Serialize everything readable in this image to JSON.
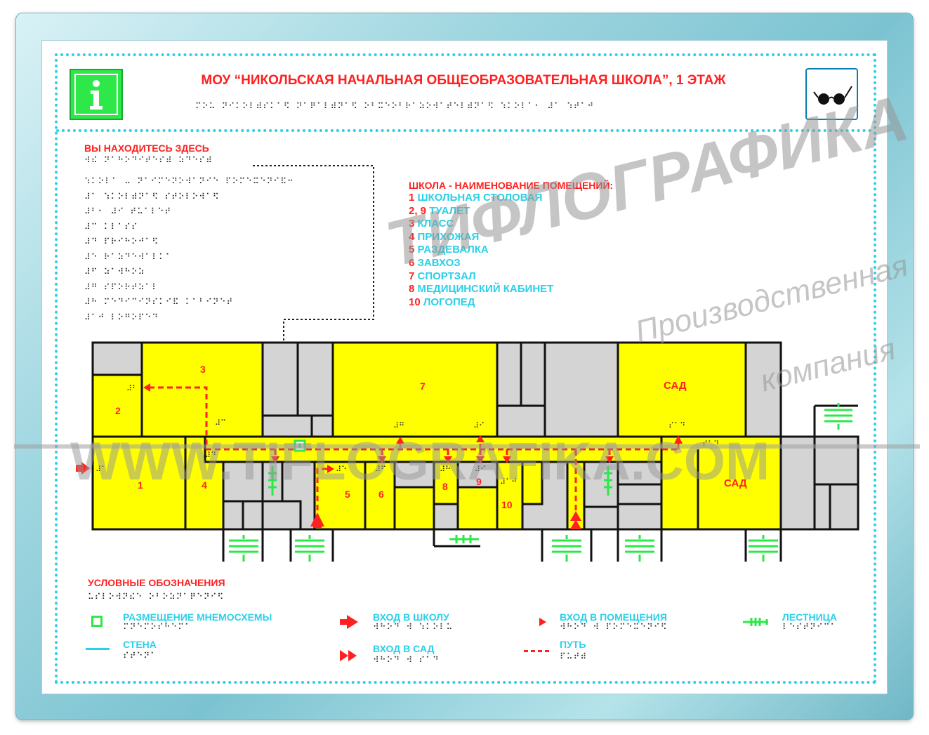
{
  "title": "МОУ “НИКОЛЬСКАЯ НАЧАЛЬНАЯ ОБЩЕОБРАЗОВАТЕЛЬНАЯ ШКОЛА”, 1 ЭТАЖ",
  "title_braille": "⠍⠕⠥ ⠝⠊⠅⠕⠇⠾⠎⠅⠁⠫ ⠝⠁⠟⠁⠇⠾⠝⠁⠫ ⠕⠃⠭⠑⠕⠃⠗⠁⠵⠕⠺⠁⠞⠑⠇⠾⠝⠁⠫ ⠱⠅⠕⠇⠁⠂ ⠼⠁ ⠱⠞⠁⠚",
  "you_are_here": {
    "label": "ВЫ НАХОДИТЕСЬ ЗДЕСЬ",
    "braille": "⠺⠮ ⠝⠁⠓⠕⠙⠊⠞⠑⠎⠾ ⠵⠙⠑⠎⠾",
    "braille_lines": [
      "⠱⠅⠕⠇⠁ ⠤ ⠝⠁⠊⠍⠑⠝⠕⠺⠁⠝⠊⠑ ⠏⠕⠍⠑⠭⠑⠝⠊⠯⠒",
      "⠼⠁ ⠱⠅⠕⠇⠾⠝⠁⠫ ⠎⠞⠕⠇⠕⠺⠁⠫",
      "⠼⠃⠂ ⠼⠊ ⠞⠥⠁⠇⠑⠞",
      "⠼⠉ ⠅⠇⠁⠎⠎",
      "⠼⠙ ⠏⠗⠊⠓⠕⠚⠁⠫",
      "⠼⠑ ⠗⠁⠵⠙⠑⠺⠁⠇⠅⠁",
      "⠼⠋ ⠵⠁⠺⠓⠕⠵",
      "⠼⠛ ⠎⠏⠕⠗⠞⠵⠁⠇",
      "⠼⠓ ⠍⠑⠙⠊⠉⠊⠝⠎⠅⠊⠯ ⠅⠁⠃⠊⠝⠑⠞",
      "⠼⠁⠚ ⠇⠕⠛⠕⠏⠑⠙"
    ]
  },
  "rooms_legend": {
    "heading": "ШКОЛА - НАИМЕНОВАНИЕ ПОМЕЩЕНИЙ:",
    "items": [
      {
        "num": "1",
        "name": "ШКОЛЬНАЯ СТОЛОВАЯ"
      },
      {
        "num": "2, 9",
        "name": "ТУАЛЕТ"
      },
      {
        "num": "3",
        "name": "КЛАСС"
      },
      {
        "num": "4",
        "name": "ПРИХОЖАЯ"
      },
      {
        "num": "5",
        "name": "РАЗДЕВАЛКА"
      },
      {
        "num": "6",
        "name": "ЗАВХОЗ"
      },
      {
        "num": "7",
        "name": "СПОРТЗАЛ"
      },
      {
        "num": "8",
        "name": "МЕДИЦИНСКИЙ КАБИНЕТ"
      },
      {
        "num": "10",
        "name": "ЛОГОПЕД"
      }
    ]
  },
  "plan_labels": {
    "r1": "1",
    "r2": "2",
    "r3": "3",
    "r4": "4",
    "r5": "5",
    "r6": "6",
    "r7": "7",
    "r8": "8",
    "r9": "9",
    "r10": "10",
    "sad_top": "САД",
    "sad_bottom": "САД"
  },
  "legend": {
    "heading": "УСЛОВНЫЕ ОБОЗНАЧЕНИЯ",
    "heading_braille": "⠥⠎⠇⠕⠺⠝⠮⠑ ⠕⠃⠕⠵⠝⠁⠟⠑⠝⠊⠫",
    "mnemo": "РАЗМЕЩЕНИЕ МНЕМОСХЕМЫ",
    "mnemo_braille": "⠍⠝⠑⠍⠕⠎⠓⠑⠍⠁",
    "wall": "СТЕНА",
    "wall_braille": "⠎⠞⠑⠝⠁",
    "entry_school": "ВХОД В ШКОЛУ",
    "entry_school_braille": "⠺⠓⠕⠙ ⠺ ⠱⠅⠕⠇⠥",
    "entry_garden": "ВХОД В САД",
    "entry_garden_braille": "⠺⠓⠕⠙ ⠺ ⠎⠁⠙",
    "entry_rooms": "ВХОД В ПОМЕЩЕНИЯ",
    "entry_rooms_braille": "⠺⠓⠕⠙ ⠺ ⠏⠕⠍⠑⠭⠑⠝⠊⠫",
    "path": "ПУТЬ",
    "path_braille": "⠏⠥⠞⠾",
    "stairs": "ЛЕСТНИЦА",
    "stairs_braille": "⠇⠑⠎⠞⠝⠊⠉⠁"
  },
  "watermarks": {
    "brand": "ТИФЛОГРАФИКА",
    "sub1": "Производственная",
    "sub2": "компания",
    "url": "WWW.TIFLOGRAFIKA.COM"
  },
  "colors": {
    "room_fill": "#ffff00",
    "gray_fill": "#d4d4d4",
    "path": "#ff2020",
    "stairs": "#2ee84a",
    "cyan": "#2ad0e8"
  }
}
